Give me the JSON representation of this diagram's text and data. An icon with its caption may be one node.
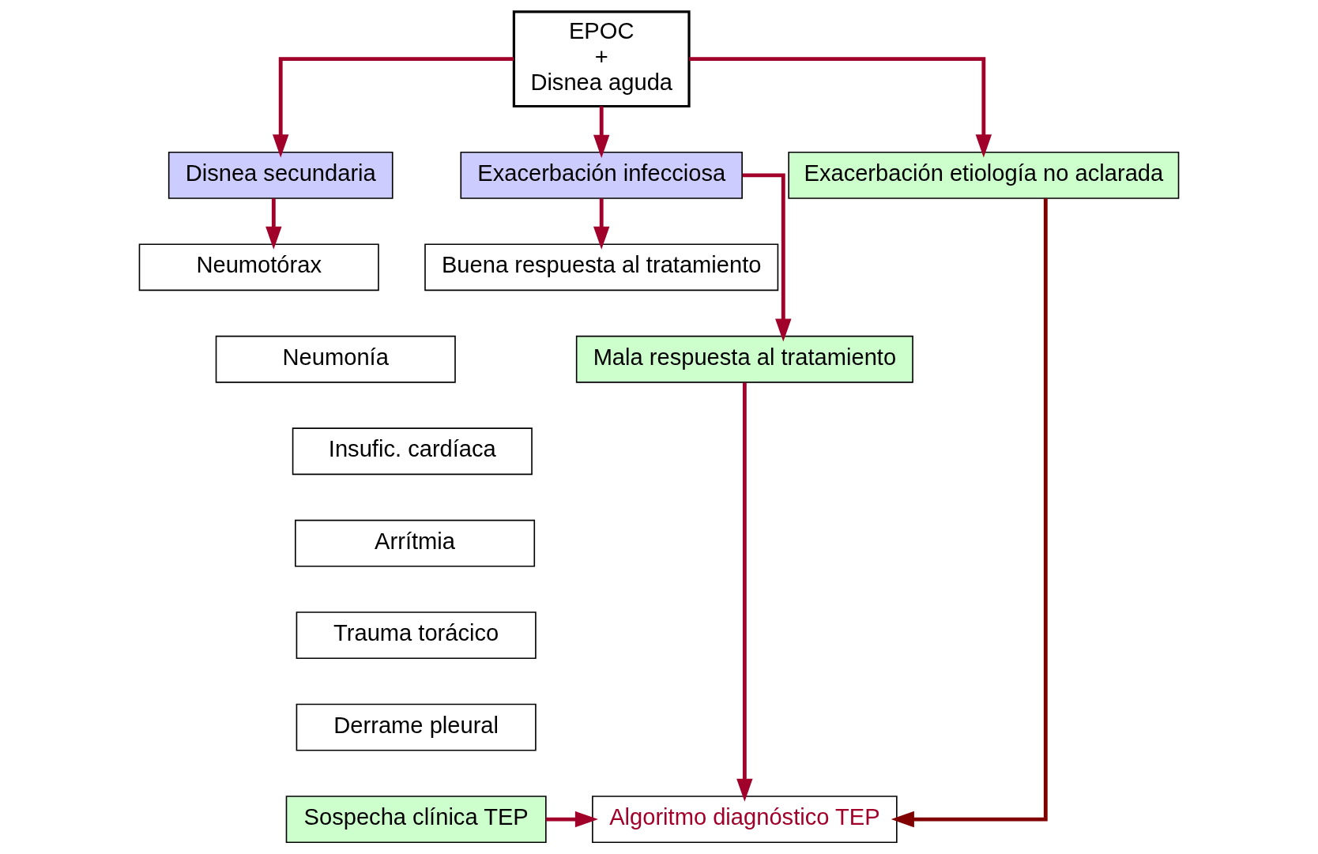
{
  "diagram": {
    "nodes": [
      {
        "text": [
          "EPOC",
          "+",
          "Disnea aguda"
        ]
      },
      {
        "text": [
          "Exacerbación infecciosa"
        ]
      },
      {
        "text": [
          "Exacerbación etiología no aclarada"
        ]
      },
      {
        "text": [
          "Disnea secundaria"
        ]
      },
      {
        "text": [
          "Buena respuesta al tratamiento"
        ]
      },
      {
        "text": [
          "Mala respuesta al tratamiento"
        ]
      },
      {
        "text": [
          "Neumotórax"
        ]
      },
      {
        "text": [
          "Neumonía"
        ]
      },
      {
        "text": [
          "Insufic. cardíaca"
        ]
      },
      {
        "text": [
          "Arrítmia"
        ]
      },
      {
        "text": [
          "Trauma torácico"
        ]
      },
      {
        "text": [
          "Derrame pleural"
        ]
      },
      {
        "text": [
          "Sospecha clínica TEP"
        ]
      },
      {
        "text": [
          "Algoritmo diagnóstico TEP"
        ]
      }
    ],
    "edges": [
      {
        "from": 0,
        "to": 1,
        "arrow": "to"
      },
      {
        "from": 0,
        "to": 2,
        "arrow": "to"
      },
      {
        "from": 0,
        "to": 3,
        "arrow": "to"
      },
      {
        "from": 1,
        "to": 4,
        "arrow": "to"
      },
      {
        "from": 1,
        "to": 5,
        "arrow": "to"
      },
      {
        "from": 3,
        "to": 6,
        "arrow": "to"
      },
      {
        "from": 5,
        "to": 13,
        "arrow": "to"
      },
      {
        "from": 2,
        "to": 13,
        "arrow": "to",
        "color": "#800000"
      },
      {
        "from": 12,
        "to": 13,
        "arrow": "to"
      }
    ]
  }
}
